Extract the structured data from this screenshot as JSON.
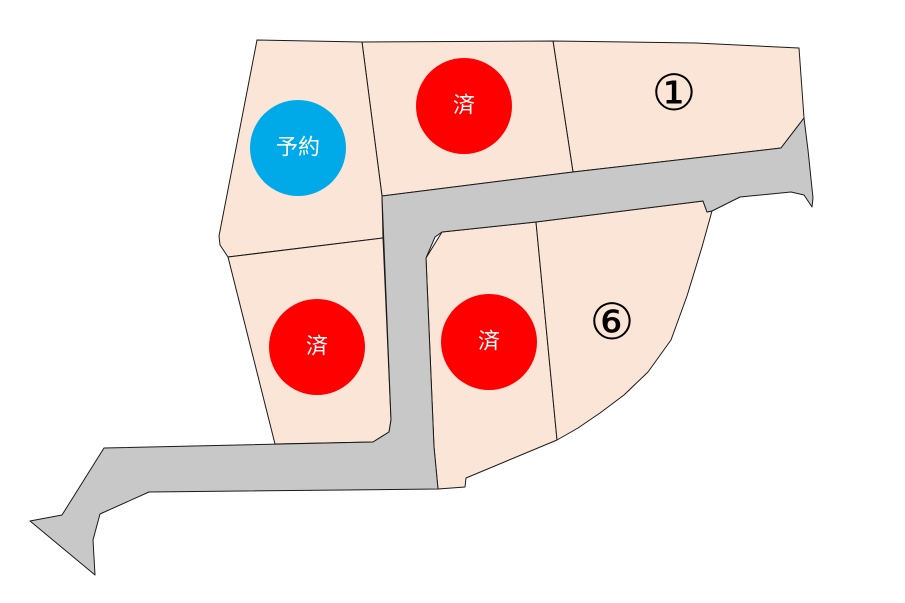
{
  "colors": {
    "lot_fill": "#fbe5d6",
    "road_fill": "#c8c8c8",
    "outline": "#1a1a1a",
    "sold_badge": "#ff0000",
    "reserved_badge": "#00a9e8",
    "badge_text": "#ffffff"
  },
  "lots": [
    {
      "id": "lot-1",
      "number_label": "①"
    },
    {
      "id": "lot-2",
      "badge": {
        "status": "sold",
        "label": "済"
      }
    },
    {
      "id": "lot-3",
      "badge": {
        "status": "reserved",
        "label": "予約"
      }
    },
    {
      "id": "lot-4",
      "badge": {
        "status": "sold",
        "label": "済"
      }
    },
    {
      "id": "lot-5",
      "badge": {
        "status": "sold",
        "label": "済"
      }
    },
    {
      "id": "lot-6",
      "number_label": "⑥"
    }
  ]
}
